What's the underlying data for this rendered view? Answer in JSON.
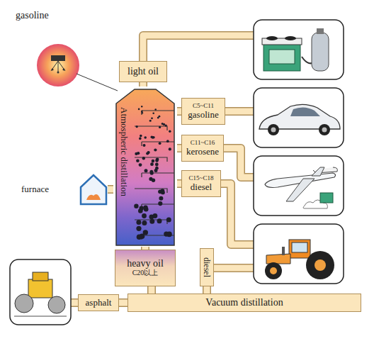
{
  "diagram": {
    "nodes": [
      {
        "text": [
          "light oil"
        ]
      },
      {
        "text": [
          "Atmospheric distillation"
        ]
      },
      {
        "text": [
          "C5~C11",
          "gasoline"
        ]
      },
      {
        "text": [
          "C11~C16",
          "kerosene"
        ]
      },
      {
        "text": [
          "C15~C18",
          "diesel"
        ]
      },
      {
        "text": [
          "heavy oil",
          "C20以上"
        ]
      },
      {
        "text": [
          "diesel"
        ]
      },
      {
        "text": [
          "asphalt"
        ]
      },
      {
        "text": [
          "Vacuum distillation"
        ]
      },
      {
        "text": [
          "furnace"
        ]
      }
    ],
    "edges": [
      {
        "from": 0,
        "to": 1,
        "arrow": "none"
      },
      {
        "from": 1,
        "to": 2,
        "arrow": "none"
      },
      {
        "from": 1,
        "to": 3,
        "arrow": "none"
      },
      {
        "from": 1,
        "to": 4,
        "arrow": "none"
      },
      {
        "from": 9,
        "to": 1,
        "arrow": "none"
      },
      {
        "from": 1,
        "to": 5,
        "arrow": "none"
      },
      {
        "from": 5,
        "to": 8,
        "arrow": "none"
      },
      {
        "from": 8,
        "to": 6,
        "arrow": "none"
      },
      {
        "from": 8,
        "to": 7,
        "arrow": "none"
      }
    ],
    "labels": [
      "gasoline"
    ]
  }
}
